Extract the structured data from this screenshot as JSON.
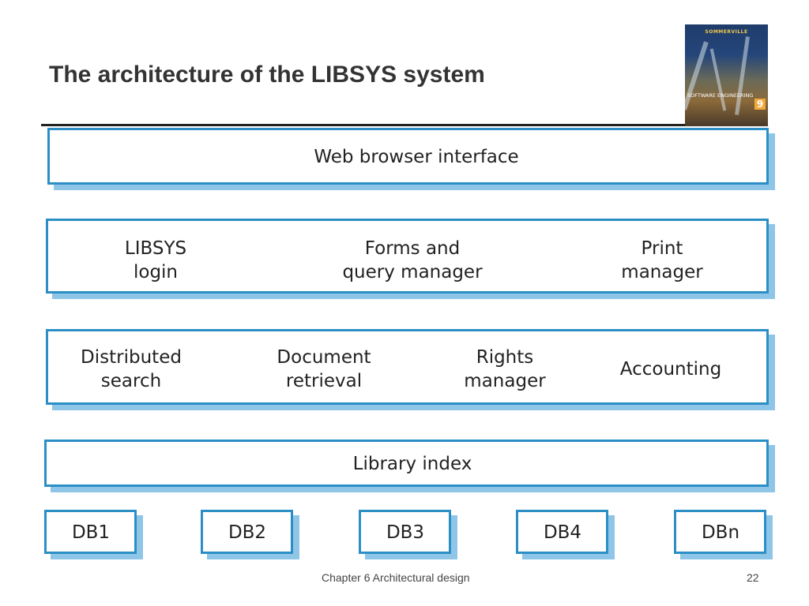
{
  "slide": {
    "title": "The architecture of the LIBSYS system",
    "footer_text": "Chapter 6 Architectural design",
    "page_number": "22"
  },
  "book_cover": {
    "author": "SOMMERVILLE",
    "title": "SOFTWARE ENGINEERING",
    "edition": "9"
  },
  "diagram": {
    "layers": [
      {
        "components": [
          "Web browser interface"
        ]
      },
      {
        "components": [
          "LIBSYS\nlogin",
          "Forms and\nquery manager",
          "Print\nmanager"
        ]
      },
      {
        "components": [
          "Distributed\nsearch",
          "Document\nretrieval",
          "Rights\nmanager",
          "Accounting"
        ]
      },
      {
        "components": [
          "Library index"
        ]
      },
      {
        "components": [
          "DB1",
          "DB2",
          "DB3",
          "DB4",
          "DBn"
        ]
      }
    ]
  },
  "colors": {
    "box_border": "#2b8fc6",
    "box_shadow": "#8fc6e8",
    "title_text": "#333333"
  }
}
